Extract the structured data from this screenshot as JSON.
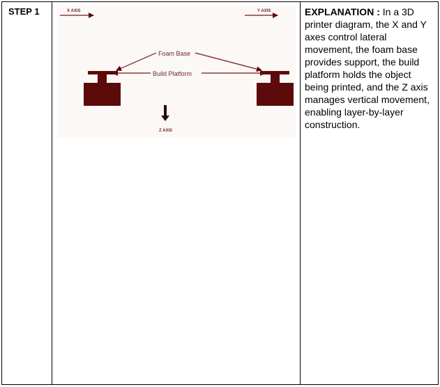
{
  "step": {
    "label": "STEP 1"
  },
  "diagram": {
    "x_axis_label": "X AXIS",
    "y_axis_label": "Y AXIS",
    "z_axis_label": "Z AXIS",
    "foam_base_label": "Foam Base",
    "build_platform_label": "Build Platform",
    "colors": {
      "structure": "#5c0a0a",
      "arrow": "#8a3a3a",
      "background": "#fcf8f6",
      "text": "#6a2a2a"
    }
  },
  "explanation": {
    "heading": "EXPLANATION :",
    "body": " In a 3D printer diagram, the X and Y axes control lateral movement, the foam base provides support, the build platform holds the object being printed, and the Z axis manages vertical movement, enabling layer-by-layer construction."
  }
}
